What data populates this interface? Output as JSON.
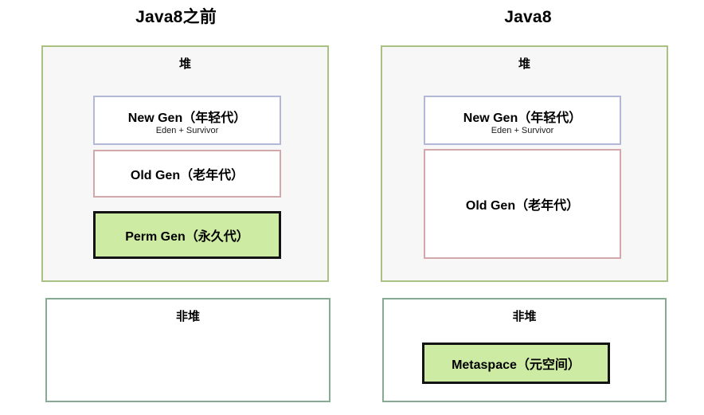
{
  "panels": [
    {
      "title": "Java8之前",
      "heap": {
        "label": "堆",
        "regions": [
          {
            "name": "new-gen",
            "main": "New Gen（年轻代）",
            "sub": "Eden + Survivor"
          },
          {
            "name": "old-gen",
            "main": "Old Gen（老年代）"
          },
          {
            "name": "perm-gen",
            "main": "Perm Gen（永久代）"
          }
        ]
      },
      "nonheap": {
        "label": "非堆",
        "regions": []
      }
    },
    {
      "title": "Java8",
      "heap": {
        "label": "堆",
        "regions": [
          {
            "name": "new-gen",
            "main": "New Gen（年轻代）",
            "sub": "Eden + Survivor"
          },
          {
            "name": "old-gen",
            "main": "Old Gen（老年代）"
          }
        ]
      },
      "nonheap": {
        "label": "非堆",
        "regions": [
          {
            "name": "metaspace",
            "main": "Metaspace（元空间）"
          }
        ]
      }
    }
  ],
  "colors": {
    "background": "#ffffff",
    "heap_border": "#a9c284",
    "heap_fill": "#f7f7f7",
    "nonheap_border": "#85ab93",
    "nonheap_fill": "#ffffff",
    "newgen_border": "#b3b7d8",
    "oldgen_border": "#d3a8ab",
    "highlight_border": "#131313",
    "highlight_fill": "#cdeba2",
    "text": "#000000"
  }
}
